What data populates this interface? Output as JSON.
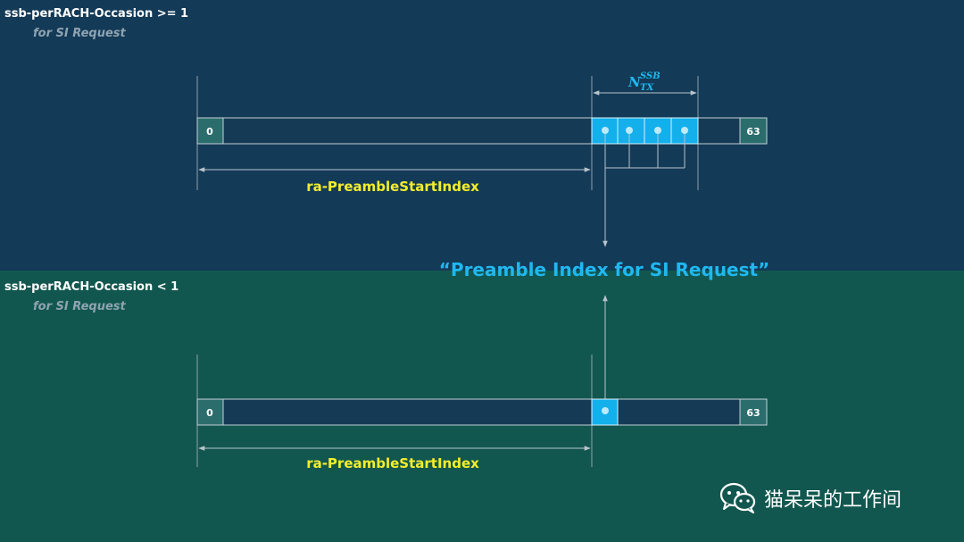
{
  "top_section": {
    "heading": "ssb-perRACH-Occasion >= 1",
    "subheading": "for SI Request",
    "bar": {
      "start_label": "0",
      "end_label": "63",
      "highlighted_slots": 4
    },
    "range_label": "ra-PreambleStartIndex",
    "ntx_label": {
      "main": "N",
      "sup": "SSB",
      "sub": "TX"
    }
  },
  "bottom_section": {
    "heading": "ssb-perRACH-Occasion < 1",
    "subheading": "for SI Request",
    "bar": {
      "start_label": "0",
      "end_label": "63",
      "highlighted_slots": 1
    },
    "range_label": "ra-PreambleStartIndex"
  },
  "center_label": "“Preamble Index for SI Request”",
  "watermark": {
    "text": "猫呆呆的工作间",
    "icon": "wechat-icon"
  },
  "colors": {
    "top_background": "#133a57",
    "bottom_background": "#12574f",
    "highlight": "#13b0ec",
    "label_yellow": "#f3ee2a",
    "bar_fill": "#153a55",
    "end_cell": "#2b6d6d"
  }
}
